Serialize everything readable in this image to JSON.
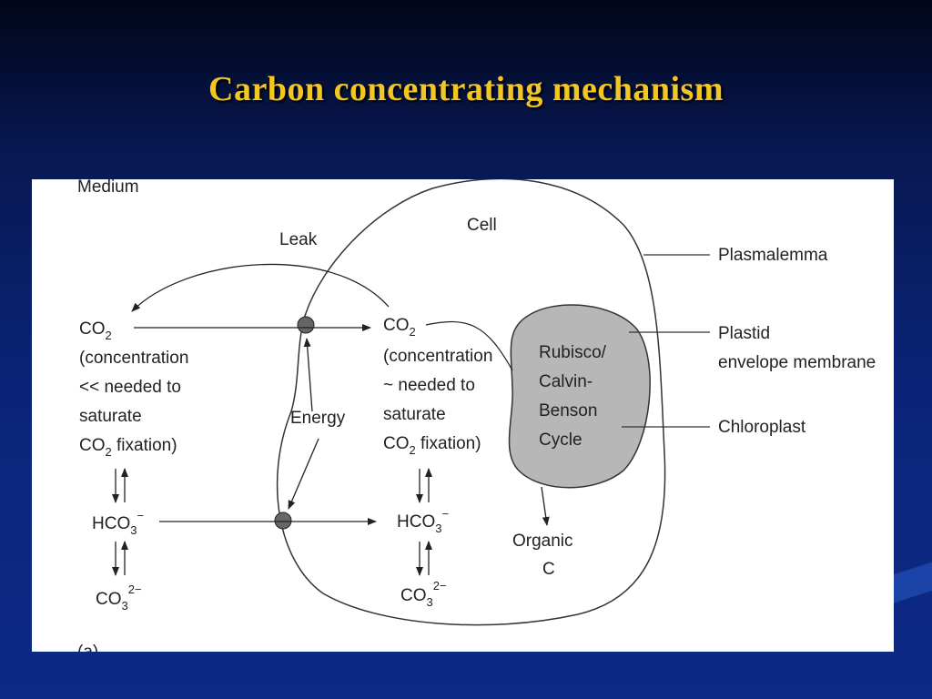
{
  "title": "Carbon concentrating mechanism",
  "diagram": {
    "medium": "Medium",
    "cell": "Cell",
    "leak": "Leak",
    "energy": "Energy",
    "plasmalemma": "Plasmalemma",
    "plastid_line1": "Plastid",
    "plastid_line2": "envelope membrane",
    "chloroplast": "Chloroplast",
    "rubisco": [
      "Rubisco/",
      "Calvin-",
      "Benson",
      "Cycle"
    ],
    "organic": [
      "Organic",
      "C"
    ],
    "co2_base": "CO",
    "co2_sub": "2",
    "hco3_base": "HCO",
    "hco3_sub": "3",
    "hco3_sup": "−",
    "co3_base": "CO",
    "co3_sub": "3",
    "co3_sup": "2−",
    "outside_desc": [
      "(concentration",
      "<< needed to",
      "saturate"
    ],
    "inside_desc": [
      "(concentration",
      "~ needed to",
      "saturate"
    ],
    "fixation_base": "CO",
    "fixation_sub": "2",
    "fixation_rest": " fixation)",
    "panel_label": "(a)"
  }
}
